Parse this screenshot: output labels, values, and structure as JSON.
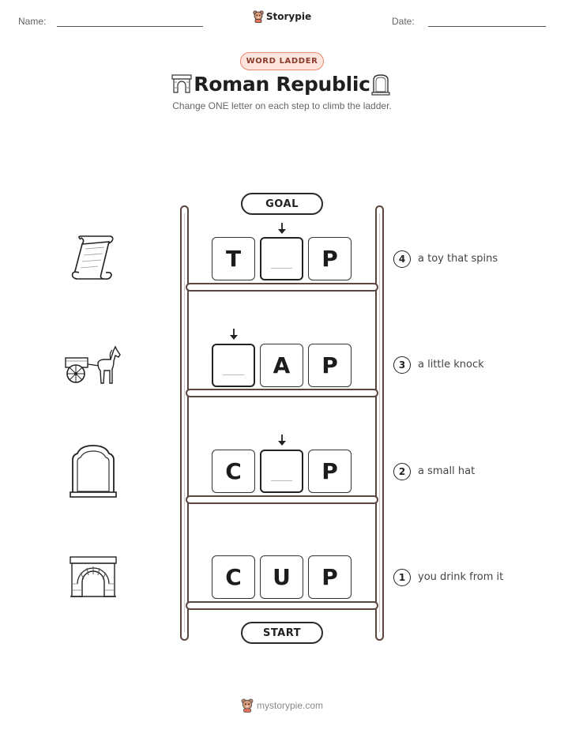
{
  "header": {
    "name_label": "Name:",
    "date_label": "Date:",
    "brand": "Storypie"
  },
  "badge": "WORD LADDER",
  "title": "Roman Republic",
  "subtitle": "Change ONE letter on each step to climb the ladder.",
  "goal_label": "GOAL",
  "start_label": "START",
  "rungs": [
    {
      "number": "4",
      "clue": "a toy that spins",
      "letters": [
        "T",
        "",
        "P"
      ],
      "picture": "scroll-icon"
    },
    {
      "number": "3",
      "clue": "a little knock",
      "letters": [
        "",
        "A",
        "P"
      ],
      "picture": "horse-cart-icon"
    },
    {
      "number": "2",
      "clue": "a small hat",
      "letters": [
        "C",
        "",
        "P"
      ],
      "picture": "tombstone-icon"
    },
    {
      "number": "1",
      "clue": "you drink from it",
      "letters": [
        "C",
        "U",
        "P"
      ],
      "picture": "stone-arch-icon"
    }
  ],
  "footer": "mystorypie.com"
}
